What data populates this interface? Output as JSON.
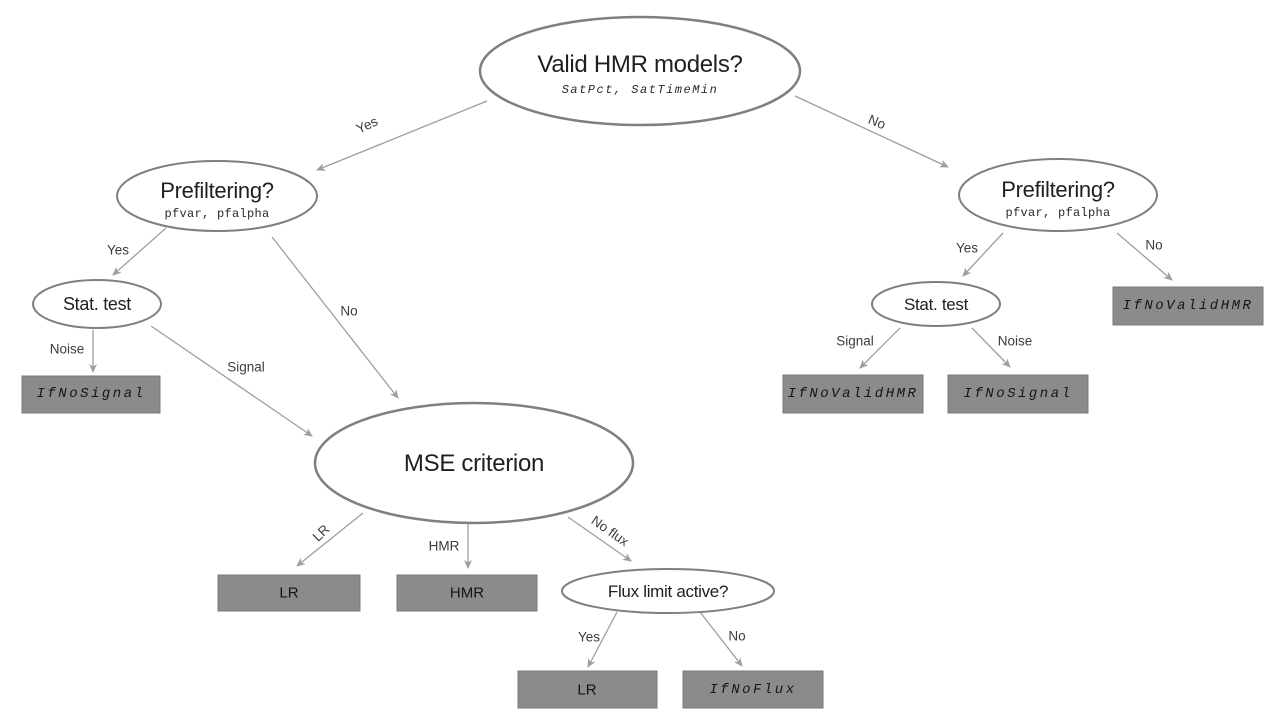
{
  "colors": {
    "background": "#ffffff",
    "node_stroke": "#7f7f7f",
    "edge": "#9e9e9e",
    "box_fill": "#8b8b8b",
    "text": "#1f1f1f"
  },
  "nodes": {
    "valid_hmr": {
      "label": "Valid HMR models?",
      "params": "SatPct, SatTimeMin"
    },
    "prefiltering_left": {
      "label": "Prefiltering?",
      "params": "pfvar, pfalpha"
    },
    "prefiltering_right": {
      "label": "Prefiltering?",
      "params": "pfvar, pfalpha"
    },
    "stat_test_left": {
      "label": "Stat. test"
    },
    "stat_test_right": {
      "label": "Stat. test"
    },
    "mse": {
      "label": "MSE criterion"
    },
    "flux_limit": {
      "label": "Flux limit active?"
    }
  },
  "outcomes": {
    "ifnosignal_left": "IfNoSignal",
    "lr_left": "LR",
    "hmr": "HMR",
    "lr_bottom": "LR",
    "ifnoflux": "IfNoFlux",
    "ifnovalidhmr_no": "IfNoValidHMR",
    "ifnovalidhmr_signal": "IfNoValidHMR",
    "ifnosignal_right": "IfNoSignal"
  },
  "edges": {
    "top_yes": "Yes",
    "top_no": "No",
    "pre_left_yes": "Yes",
    "pre_left_no": "No",
    "stat_left_noise": "Noise",
    "stat_left_signal": "Signal",
    "mse_lr": "LR",
    "mse_hmr": "HMR",
    "mse_noflux": "No flux",
    "flux_yes": "Yes",
    "flux_no": "No",
    "pre_right_yes": "Yes",
    "pre_right_no": "No",
    "stat_right_signal": "Signal",
    "stat_right_noise": "Noise"
  }
}
